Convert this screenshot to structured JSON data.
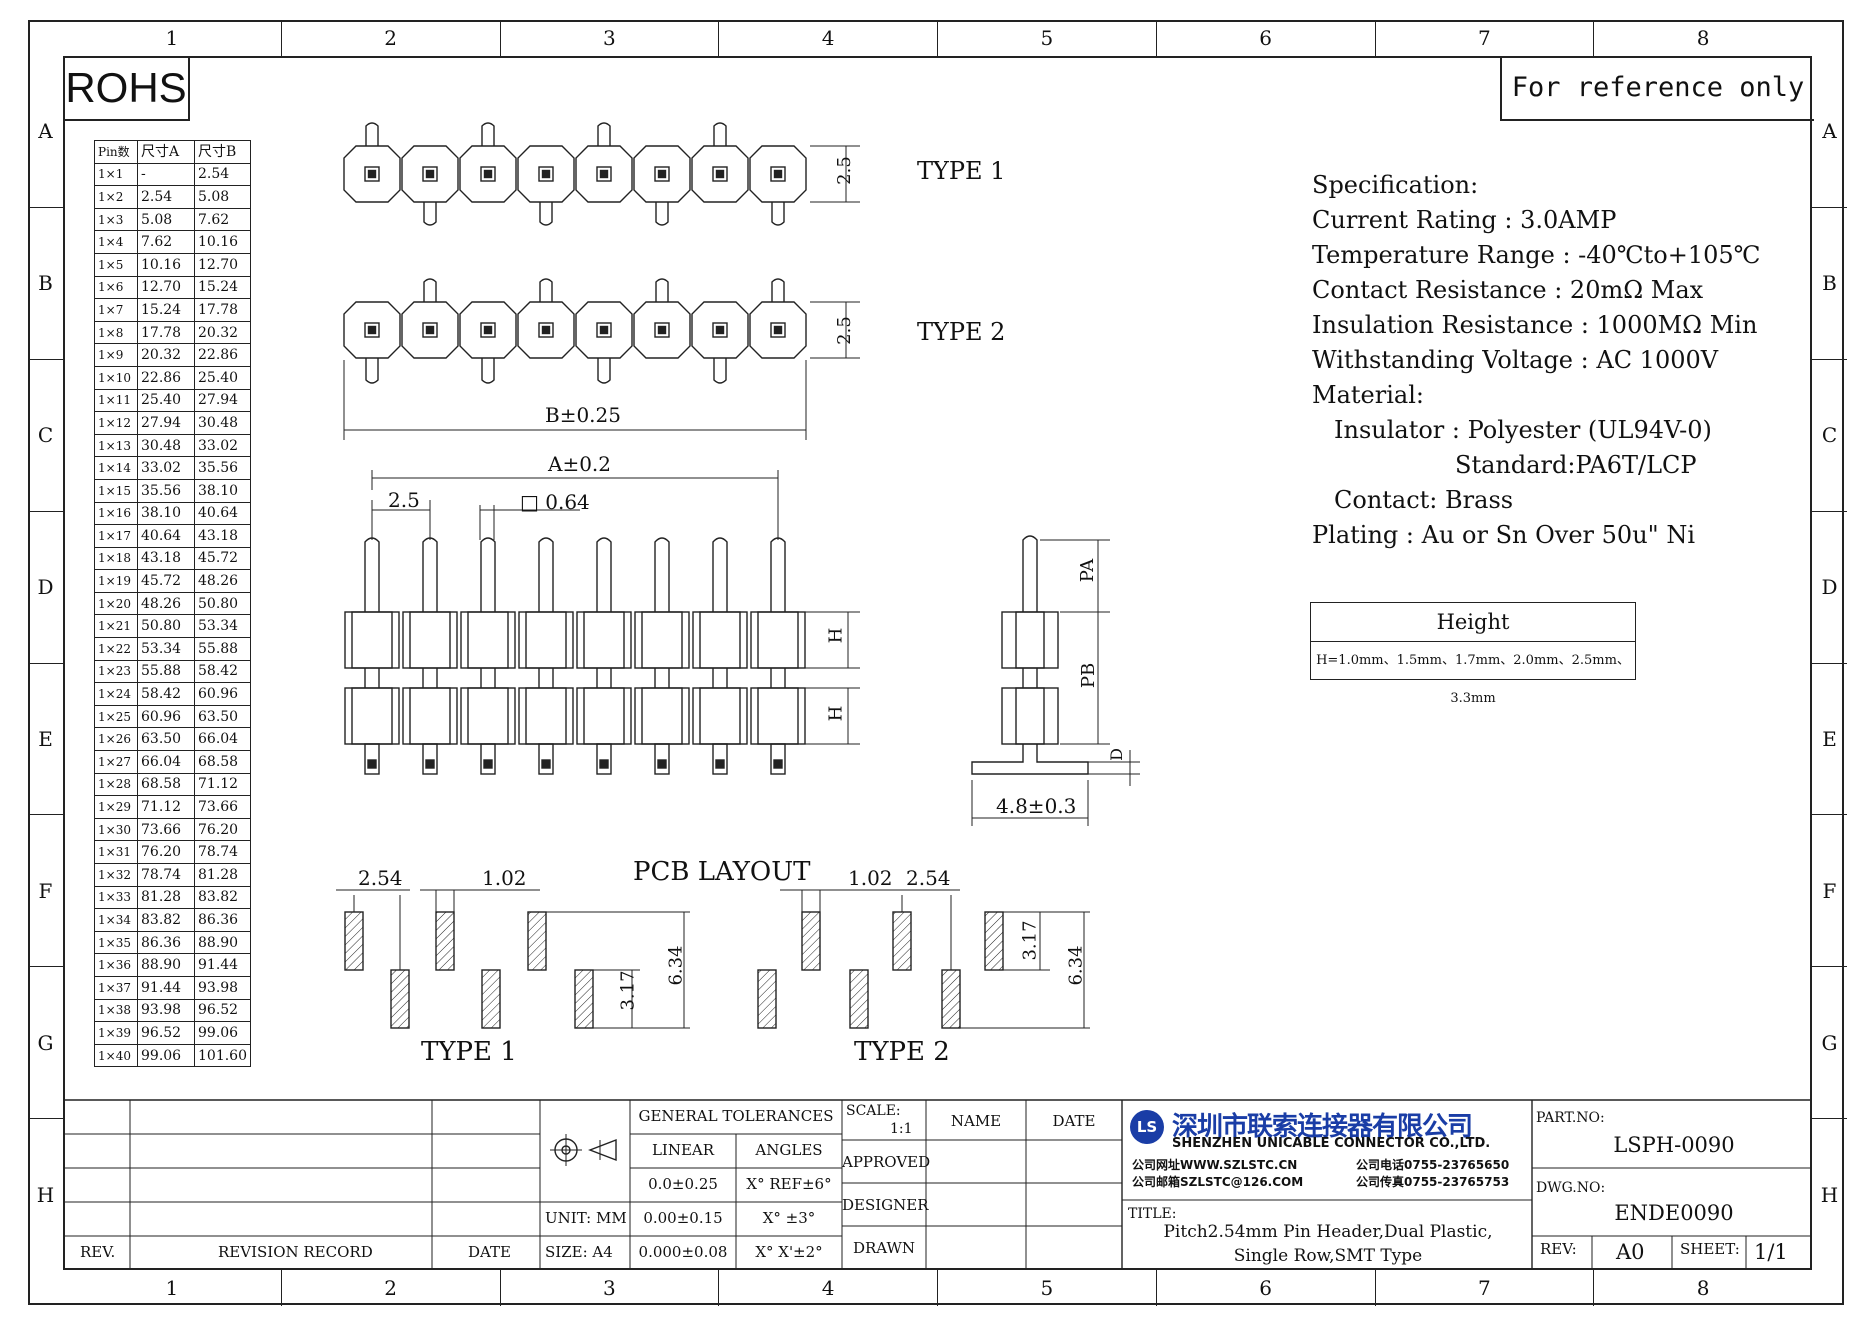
{
  "zones": {
    "columns": [
      "1",
      "2",
      "3",
      "4",
      "5",
      "6",
      "7",
      "8"
    ],
    "rows": [
      "A",
      "B",
      "C",
      "D",
      "E",
      "F",
      "G",
      "H"
    ]
  },
  "rohs_label": "ROHS",
  "reference_note": "For reference only",
  "pin_table": {
    "headers": [
      "Pin数",
      "尺寸A",
      "尺寸B"
    ],
    "rows": [
      [
        "1×1",
        "-",
        "2.54"
      ],
      [
        "1×2",
        "2.54",
        "5.08"
      ],
      [
        "1×3",
        "5.08",
        "7.62"
      ],
      [
        "1×4",
        "7.62",
        "10.16"
      ],
      [
        "1×5",
        "10.16",
        "12.70"
      ],
      [
        "1×6",
        "12.70",
        "15.24"
      ],
      [
        "1×7",
        "15.24",
        "17.78"
      ],
      [
        "1×8",
        "17.78",
        "20.32"
      ],
      [
        "1×9",
        "20.32",
        "22.86"
      ],
      [
        "1×10",
        "22.86",
        "25.40"
      ],
      [
        "1×11",
        "25.40",
        "27.94"
      ],
      [
        "1×12",
        "27.94",
        "30.48"
      ],
      [
        "1×13",
        "30.48",
        "33.02"
      ],
      [
        "1×14",
        "33.02",
        "35.56"
      ],
      [
        "1×15",
        "35.56",
        "38.10"
      ],
      [
        "1×16",
        "38.10",
        "40.64"
      ],
      [
        "1×17",
        "40.64",
        "43.18"
      ],
      [
        "1×18",
        "43.18",
        "45.72"
      ],
      [
        "1×19",
        "45.72",
        "48.26"
      ],
      [
        "1×20",
        "48.26",
        "50.80"
      ],
      [
        "1×21",
        "50.80",
        "53.34"
      ],
      [
        "1×22",
        "53.34",
        "55.88"
      ],
      [
        "1×23",
        "55.88",
        "58.42"
      ],
      [
        "1×24",
        "58.42",
        "60.96"
      ],
      [
        "1×25",
        "60.96",
        "63.50"
      ],
      [
        "1×26",
        "63.50",
        "66.04"
      ],
      [
        "1×27",
        "66.04",
        "68.58"
      ],
      [
        "1×28",
        "68.58",
        "71.12"
      ],
      [
        "1×29",
        "71.12",
        "73.66"
      ],
      [
        "1×30",
        "73.66",
        "76.20"
      ],
      [
        "1×31",
        "76.20",
        "78.74"
      ],
      [
        "1×32",
        "78.74",
        "81.28"
      ],
      [
        "1×33",
        "81.28",
        "83.82"
      ],
      [
        "1×34",
        "83.82",
        "86.36"
      ],
      [
        "1×35",
        "86.36",
        "88.90"
      ],
      [
        "1×36",
        "88.90",
        "91.44"
      ],
      [
        "1×37",
        "91.44",
        "93.98"
      ],
      [
        "1×38",
        "93.98",
        "96.52"
      ],
      [
        "1×39",
        "96.52",
        "99.06"
      ],
      [
        "1×40",
        "99.06",
        "101.60"
      ]
    ]
  },
  "drawing": {
    "type1_label": "TYPE 1",
    "type2_label": "TYPE 2",
    "dim_height": "2.5",
    "dim_b": "B±0.25",
    "dim_a": "A±0.2",
    "dim_pitch": "2.5",
    "dim_pin": "□ 0.64",
    "dim_h": "H",
    "dim_pa": "PA",
    "dim_pb": "PB",
    "dim_d": "D",
    "dim_width": "4.8±0.3",
    "pcb_title": "PCB LAYOUT",
    "pcb_pitch": "2.54",
    "pcb_pad": "1.02",
    "pcb_offset": "3.17",
    "pcb_span": "6.34",
    "pcb_type1": "TYPE 1",
    "pcb_type2": "TYPE 2"
  },
  "specification": {
    "lines": [
      "Specification:",
      "Current Rating : 3.0AMP",
      "Temperature Range : -40℃to+105℃",
      "Contact Resistance : 20mΩ Max",
      "Insulation Resistance : 1000MΩ Min",
      "Withstanding Voltage : AC 1000V",
      "Material:",
      "  Insulator : Polyester (UL94V-0)",
      "            Standard:PA6T/LCP",
      "  Contact: Brass",
      "Plating : Au or Sn Over 50u\" Ni"
    ]
  },
  "height_box": {
    "header": "Height",
    "value": "H=1.0mm、1.5mm、1.7mm、2.0mm、2.5mm、3.3mm"
  },
  "title_block": {
    "rev_col": "REV.",
    "revision_record": "REVISION RECORD",
    "date_col": "DATE",
    "unit": "UNIT: MM",
    "size": "SIZE: A4",
    "general_tolerances": "GENERAL TOLERANCES",
    "linear": "LINEAR",
    "angles": "ANGLES",
    "tol_linear": [
      "0.0±0.25",
      "0.00±0.15",
      "0.000±0.08"
    ],
    "tol_angles": [
      "X° REF±6°",
      "X° ±3°",
      "X° X'±2°"
    ],
    "scale_label": "SCALE:",
    "scale_value": "1:1",
    "approved": "APPROVED",
    "designer": "DESIGNER",
    "drawn": "DRAWN",
    "name_col": "NAME",
    "date_col2": "DATE",
    "company_cn": "深圳市联索连接器有限公司",
    "company_en": "SHENZHEN UNICABLE CONNECTOR CO.,LTD.",
    "company_web": "公司网址WWW.SZLSTC.CN",
    "company_mail": "公司邮箱SZLSTC@126.COM",
    "company_tel": "公司电话0755-23765650",
    "company_fax": "公司传真0755-23765753",
    "logo_text": "LS",
    "title_label": "TITLE:",
    "title_line1": "Pitch2.54mm Pin Header,Dual Plastic,",
    "title_line2": "Single Row,SMT Type",
    "part_no_label": "PART.NO:",
    "part_no": "LSPH-0090",
    "dwg_no_label": "DWG.NO:",
    "dwg_no": "ENDE0090",
    "rev_label": "REV:",
    "rev_value": "A0",
    "sheet_label": "SHEET:",
    "sheet_value": "1/1"
  }
}
